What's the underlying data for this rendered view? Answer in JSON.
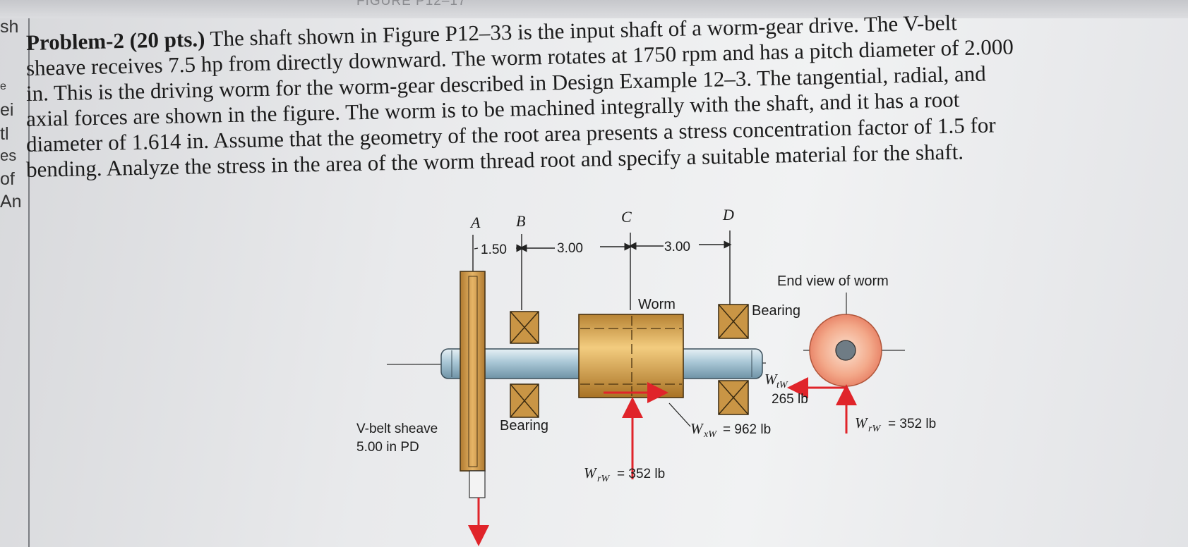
{
  "top_caption": "FIGURE P12–17",
  "left_fragments": [
    "sh",
    "e",
    "ei",
    "tl",
    "es",
    "of",
    "An"
  ],
  "problem": {
    "lines": [
      "Problem-2 (20 pts.) The shaft shown in Figure P12–33 is the input shaft of a worm-gear drive. The V-belt",
      "sheave receives 7.5 hp from directly downward. The worm rotates at 1750 rpm and has a pitch diameter of 2.000",
      "in. This is the driving worm for the worm-gear described in Design Example 12–3. The tangential, radial, and",
      "axial forces are shown in the figure. The worm is to be machined integrally with the shaft, and it has a root",
      "diameter of 1.614 in. Assume that the geometry of the root area presents a stress concentration factor of 1.5 for",
      "bending. Analyze the stress in the area of the worm thread root and specify a suitable material for the shaft."
    ],
    "bold_prefix": "Problem-2 (20 pts.)"
  },
  "figure": {
    "points": [
      "A",
      "B",
      "C",
      "D"
    ],
    "dims": [
      "1.50",
      "3.00",
      "3.00"
    ],
    "worm_label": "Worm",
    "bearing_right": "Bearing",
    "bearing_left": "Bearing",
    "end_view_label": "End view of worm",
    "sheave_label_1": "V-belt sheave",
    "sheave_label_2": "5.00 in PD",
    "wt_symbol": "W",
    "wt_sub": "tW",
    "wt_value": "265 lb",
    "wx_label": "W",
    "wx_sub": "xW",
    "wx_value": "= 962 lb",
    "wr_label": "W",
    "wr_sub": "rW",
    "wr_value": "= 352 lb",
    "wr_end_label": "W",
    "wr_end_sub": "rW",
    "wr_end_value": "= 352 lb"
  },
  "colors": {
    "shaft": "#a9c7d6",
    "worm": "#d8a85a",
    "sheave": "#cf9a4c",
    "bearing": "#c99545",
    "force": "#e0242a",
    "end_view": "#f2a88a"
  }
}
